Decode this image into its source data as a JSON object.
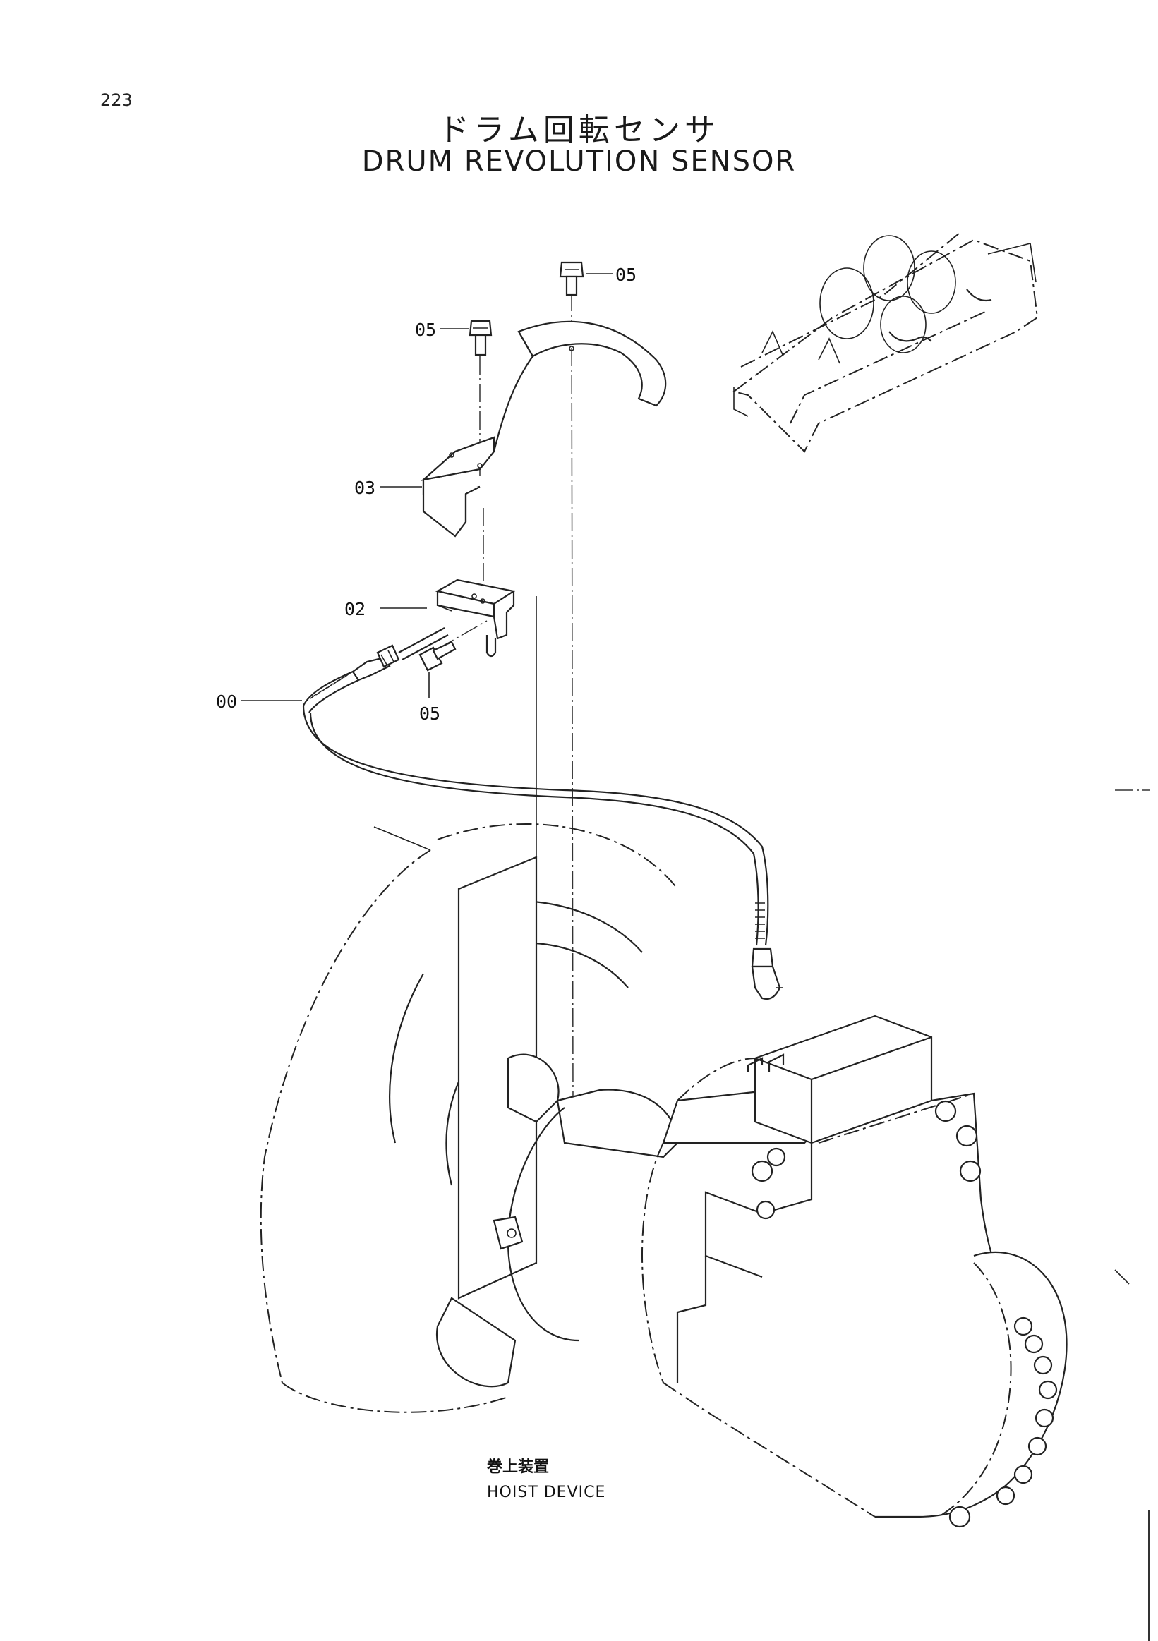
{
  "page": {
    "number": "223"
  },
  "title": {
    "japanese": "ドラム回転センサ",
    "english": "DRUM REVOLUTION SENSOR"
  },
  "callouts": {
    "bolt_top": "05",
    "bolt_left": "05",
    "cover": "03",
    "bracket": "02",
    "sensor": "00",
    "bolt_lower": "05"
  },
  "subassembly": {
    "japanese": "巻上装置",
    "english": "HOIST DEVICE"
  }
}
